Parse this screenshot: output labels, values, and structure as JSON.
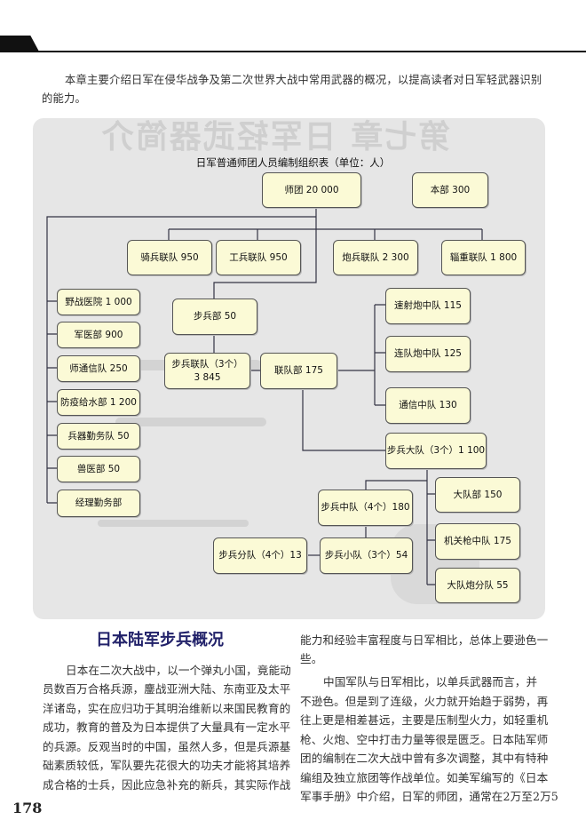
{
  "intro": [
    "本章主要介绍日军在侵华战争及第二次世界大战中常用武器的概况，以提高读者对日军轻武器识别",
    "的能力。"
  ],
  "watermark": "第七章 日军轻武器简介",
  "chart": {
    "title": "日军普通师团人员编制组织表（单位：人）",
    "division": "师团 20 000",
    "hq": "本部 300",
    "cavalry": "骑兵联队 950",
    "engineer": "工兵联队 950",
    "artillery": "炮兵联队 2 300",
    "transport": "辎重联队 1 800",
    "field_hospital": "野战医院 1 000",
    "medical": "军医部 900",
    "signal": "师通信队 250",
    "epidemic": "防疫给水部 1 200",
    "ordnance": "兵器勤务队 50",
    "veterinary": "兽医部 50",
    "paymaster": "经理勤务部",
    "infantry_hq": "步兵部 50",
    "regiment_l1": "步兵联队（3个）",
    "regiment_l2": "3 845",
    "regiment_hq": "联队部 175",
    "rapid_fire": "速射炮中队 115",
    "regimental_gun": "连队炮中队 125",
    "comm_company": "通信中队 130",
    "battalion": "步兵大队（3个）1 100",
    "battalion_hq": "大队部 150",
    "machine_gun": "机关枪中队 175",
    "battalion_gun": "大队炮分队 55",
    "company": "步兵中队（4个）180",
    "squad": "步兵分队（4个）13",
    "platoon": "步兵小队（3个）54"
  },
  "section_title": "日本陆军步兵概况",
  "left_col": [
    "日本在二次大战中，以一个弹丸小国，竟能动",
    "员数百万合格兵源，鏖战亚洲大陆、东南亚及太平",
    "洋诸岛，实在应归功于其明治维新以来国民教育的",
    "成功，教育的普及为日本提供了大量具有一定水平",
    "的兵源。反观当时的中国，虽然人多，但是兵源基",
    "础素质较低，军队要先花很大的功夫才能将其培养",
    "成合格的士兵，因此应急补充的新兵，其实际作战"
  ],
  "right_col": [
    "能力和经验丰富程度与日军相比，总体上要逊色一",
    "些。",
    "中国军队与日军相比，以单兵武器而言，并",
    "不逊色。但是到了连级，火力就开始趋于弱势，再",
    "往上更是相差甚远，主要是压制型火力，如轻重机",
    "枪、火炮、空中打击力量等很是匮乏。日本陆军师",
    "团的编制在二次大战中曾有多次调整，其中有特种",
    "编组及独立旅团等作战单位。如美军编写的《日本",
    "军事手册》中介绍，日军的师团，通常在2万至2万5"
  ],
  "page_number": "178"
}
